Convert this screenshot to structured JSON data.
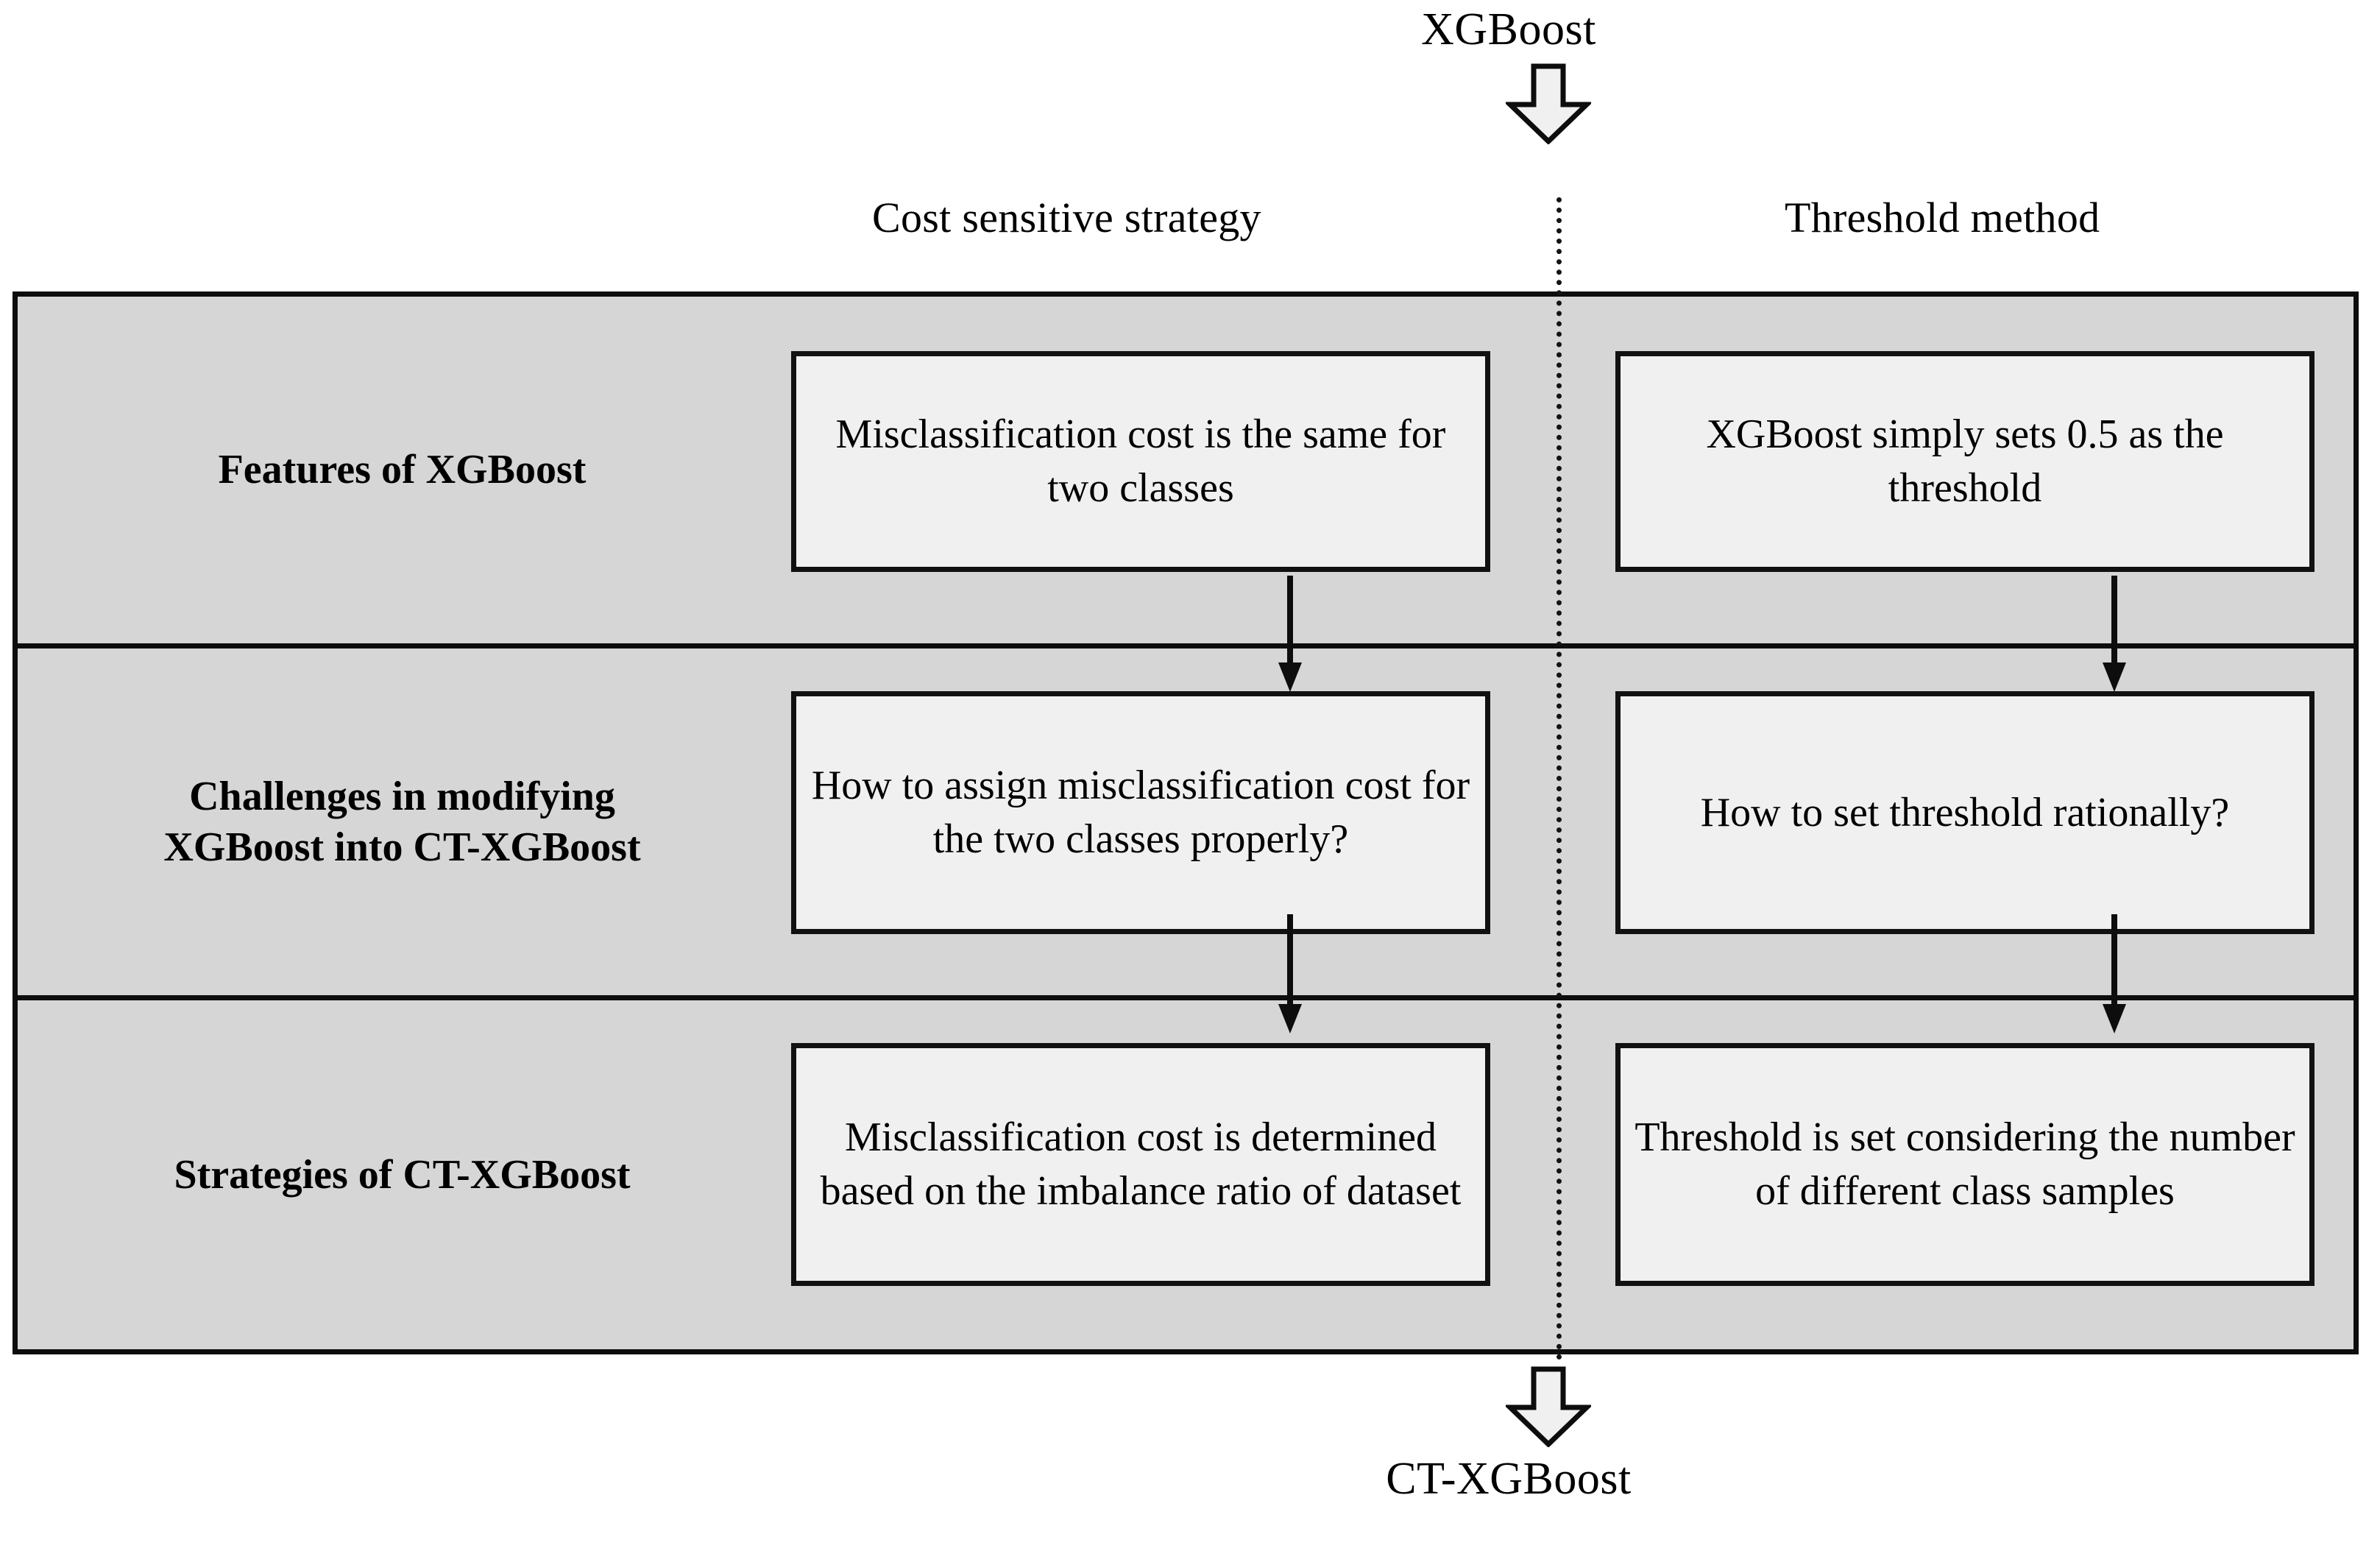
{
  "diagram": {
    "top_label": "XGBoost",
    "bottom_label": "CT-XGBoost",
    "columns": [
      {
        "label": "Cost sensitive strategy"
      },
      {
        "label": "Threshold method"
      }
    ],
    "rows": [
      {
        "label_lines": [
          "Features of XGBoost"
        ],
        "cells": [
          {
            "text": "Misclassification cost is the same for two classes"
          },
          {
            "text": "XGBoost simply sets 0.5 as the threshold"
          }
        ]
      },
      {
        "label_lines": [
          "Challenges in modifying",
          "XGBoost into CT-XGBoost"
        ],
        "cells": [
          {
            "text": "How to assign misclassification cost for the two classes properly?"
          },
          {
            "text": "How to set threshold rationally?"
          }
        ]
      },
      {
        "label_lines": [
          "Strategies of CT-XGBoost"
        ],
        "cells": [
          {
            "text": "Misclassification cost is determined based on the imbalance ratio of dataset"
          },
          {
            "text": "Threshold is set considering the number of different class samples"
          }
        ]
      }
    ],
    "icons": {
      "top_arrow": "block-arrow-down-icon",
      "bottom_arrow": "block-arrow-down-icon",
      "connector": "arrow-down-icon",
      "divider": "vertical-dotted-divider"
    },
    "colors": {
      "matrix_fill": "#d6d6d6",
      "box_fill": "#f0f0f0",
      "stroke": "#0d0d0d",
      "arrow_fill": "#f0f0f0",
      "page_background": "#ffffff"
    }
  }
}
